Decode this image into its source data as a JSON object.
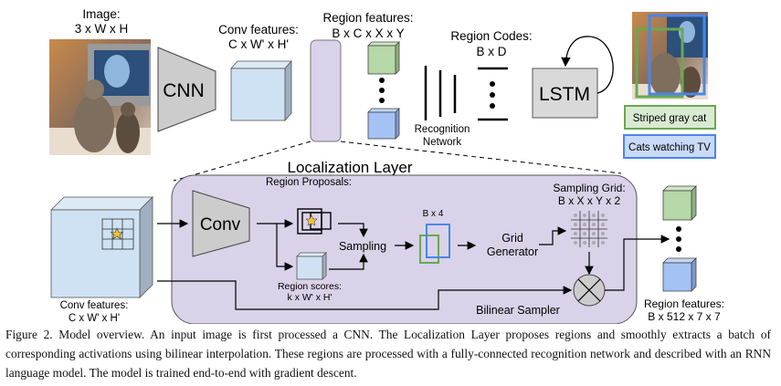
{
  "top_row": {
    "image_label": [
      "Image:",
      "3 x W x H"
    ],
    "cnn_label": "CNN",
    "conv_features_label": [
      "Conv features:",
      "C x W' x H'"
    ],
    "region_features_label": [
      "Region features:",
      "B x C x X x Y"
    ],
    "recognition_network_label": [
      "Recognition",
      "Network"
    ],
    "region_codes_label": [
      "Region Codes:",
      "B x D"
    ],
    "lstm_label": "LSTM",
    "output_captions": [
      {
        "text": "Striped gray cat",
        "color": "#6aa84f",
        "fill": "#d9ead3"
      },
      {
        "text": "Cats watching TV",
        "color": "#4a86e8",
        "fill": "#c9daf8"
      }
    ]
  },
  "localization_layer": {
    "title": "Localization Layer",
    "input_conv_features_label": [
      "Conv features:",
      "C x W' x H'"
    ],
    "conv_label": "Conv",
    "region_proposals_label": "Region Proposals:",
    "region_scores_label": [
      "Region scores:",
      "k x W' x H'"
    ],
    "sampling_label": "Sampling",
    "boxes_label": "B x 4",
    "grid_generator_label": [
      "Grid",
      "Generator"
    ],
    "sampling_grid_label": [
      "Sampling Grid:",
      "B x X x Y x 2"
    ],
    "bilinear_sampler_label": "Bilinear Sampler",
    "output_region_features_label": [
      "Region features:",
      "B x 512 x 7 x 7"
    ]
  },
  "colors": {
    "layer_fill": "#d9d2e9",
    "conv_feature_blue": "#cfe2f3",
    "green_cube": "#b6d7a8",
    "blue_cube": "#a4c2f4",
    "gray_block": "#cccccc",
    "green_box": "#6aa84f",
    "blue_box": "#4a86e8",
    "star": "#f1c232"
  },
  "caption": "Figure 2. Model overview. An input image is first processed a CNN. The Localization Layer proposes regions and smoothly extracts a batch of corresponding activations using bilinear interpolation. These regions are processed with a fully-connected recognition network and described with an RNN language model. The model is trained end-to-end with gradient descent."
}
